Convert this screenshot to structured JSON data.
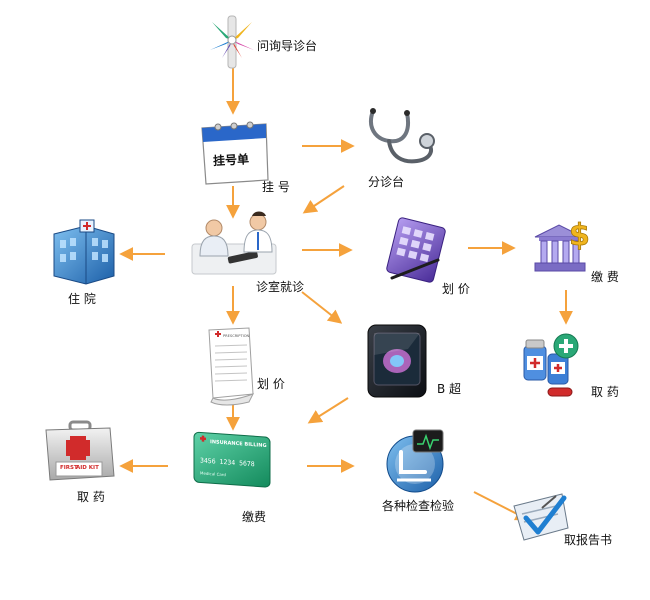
{
  "steps": {
    "inquiry_desk": "问询导诊台",
    "registration_form": "挂号单",
    "register": "挂 号",
    "triage_desk": "分诊台",
    "hospitalize": "住 院",
    "consultation": "诊室就诊",
    "pricing_1": "划 价",
    "pay_1": "缴 费",
    "take_medicine_1": "取 药",
    "pricing_2": "划 价",
    "b_ultrasound": "B 超",
    "take_medicine_2": "取 药",
    "pay_2": "缴费",
    "exams": "各种检查检验",
    "get_report": "取报告书"
  },
  "card": {
    "title": "INSURANCE BILLING",
    "number": "3456 1234 5678",
    "subtext": "Medical Card"
  },
  "kit_text": {
    "line1": "FIRST",
    "line2": "AID KIT"
  },
  "paper_header": "PRESCRIPTION",
  "colors": {
    "arrow": "#f5a23c",
    "blue": "#1f7fd1",
    "purple": "#6a4fb3",
    "green": "#2aa877",
    "red": "#d12b2b",
    "gold": "#f0b51e"
  },
  "icons": {
    "inquiry": "compass-star-icon",
    "registration": "calendar-form-icon",
    "triage": "stethoscope-icon",
    "hospital": "building-icon",
    "consultation": "doctor-patient-icon",
    "pricing1": "calculator-icon",
    "pay1": "bank-dollar-icon",
    "medicine1": "pills-bottles-icon",
    "prescription": "document-icon",
    "ultrasound": "ultrasound-monitor-icon",
    "firstaid": "first-aid-kit-icon",
    "card": "insurance-card-icon",
    "exams": "exam-chair-icon",
    "report": "report-clipboard-icon"
  }
}
